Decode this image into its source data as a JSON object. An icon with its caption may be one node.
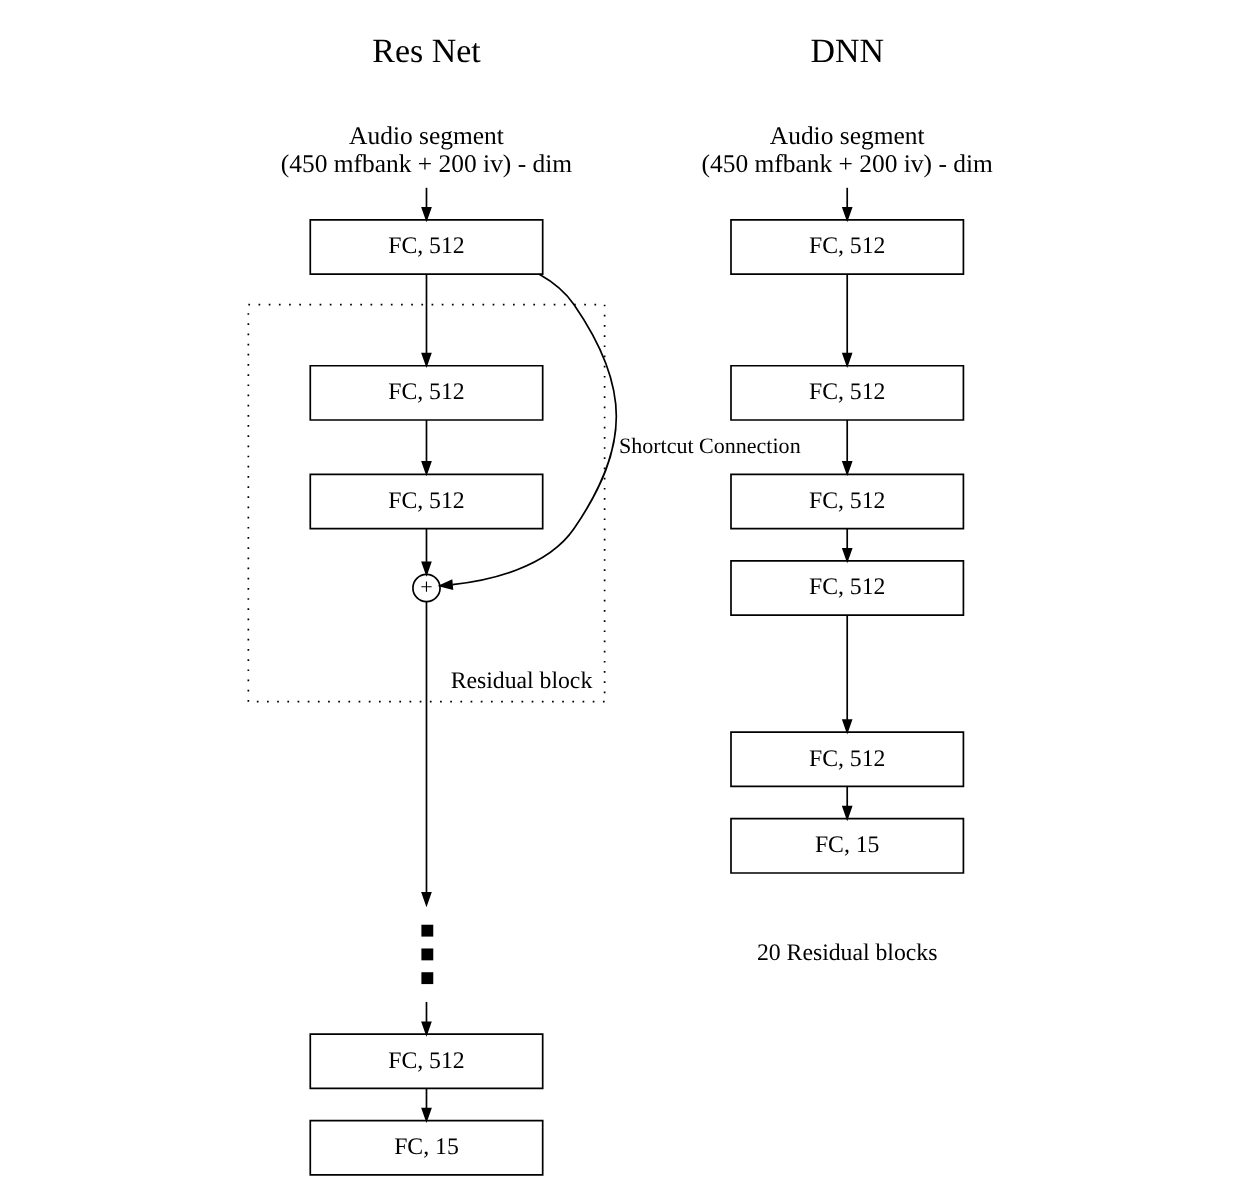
{
  "diagram": {
    "nodes": [
      {
        "text": [
          "Audio segment",
          "(450 mfbank + 200 iv) - dim"
        ]
      },
      {
        "text": [
          "FC, 512"
        ]
      },
      {
        "text": [
          "FC, 512"
        ]
      },
      {
        "text": [
          "FC, 512"
        ]
      },
      {
        "text": [
          "FC, 512"
        ]
      },
      {
        "text": [
          "FC, 512"
        ]
      },
      {
        "text": [
          "FC, 15"
        ]
      },
      {
        "text": [
          "Audio segment",
          "(450 mfbank + 200 iv) - dim"
        ]
      },
      {
        "text": [
          "FC, 512"
        ]
      },
      {
        "text": [
          "Residual block"
        ]
      },
      {
        "text": [
          "FC, 512"
        ],
        "in": 9
      },
      {
        "text": [
          "FC, 512"
        ],
        "in": 9
      },
      {
        "text": [
          "+"
        ],
        "in": 9
      },
      {
        "text": [],
        "shape": "dots"
      },
      {
        "text": [
          "FC, 512"
        ]
      },
      {
        "text": [
          "FC, 15"
        ]
      }
    ],
    "edges": [
      {
        "from": 0,
        "to": 1,
        "arrow": "to"
      },
      {
        "from": 1,
        "to": 2,
        "arrow": "to"
      },
      {
        "from": 2,
        "to": 3,
        "arrow": "to"
      },
      {
        "from": 3,
        "to": 4,
        "arrow": "to"
      },
      {
        "from": 4,
        "to": 5,
        "arrow": "to"
      },
      {
        "from": 5,
        "to": 6,
        "arrow": "to"
      },
      {
        "from": 7,
        "to": 8,
        "arrow": "to"
      },
      {
        "from": 8,
        "to": 10,
        "arrow": "to"
      },
      {
        "from": 8,
        "to": 12,
        "arrow": "to",
        "label": "Shortcut Connection"
      },
      {
        "from": 10,
        "to": 11,
        "arrow": "to"
      },
      {
        "from": 11,
        "to": 12,
        "arrow": "to"
      },
      {
        "from": 12,
        "to": 13,
        "arrow": "to"
      },
      {
        "from": 13,
        "to": 14,
        "arrow": "to"
      },
      {
        "from": 14,
        "to": 15,
        "arrow": "to"
      }
    ],
    "labels": [
      "DNN",
      "Res Net",
      "20 Residual blocks"
    ]
  }
}
